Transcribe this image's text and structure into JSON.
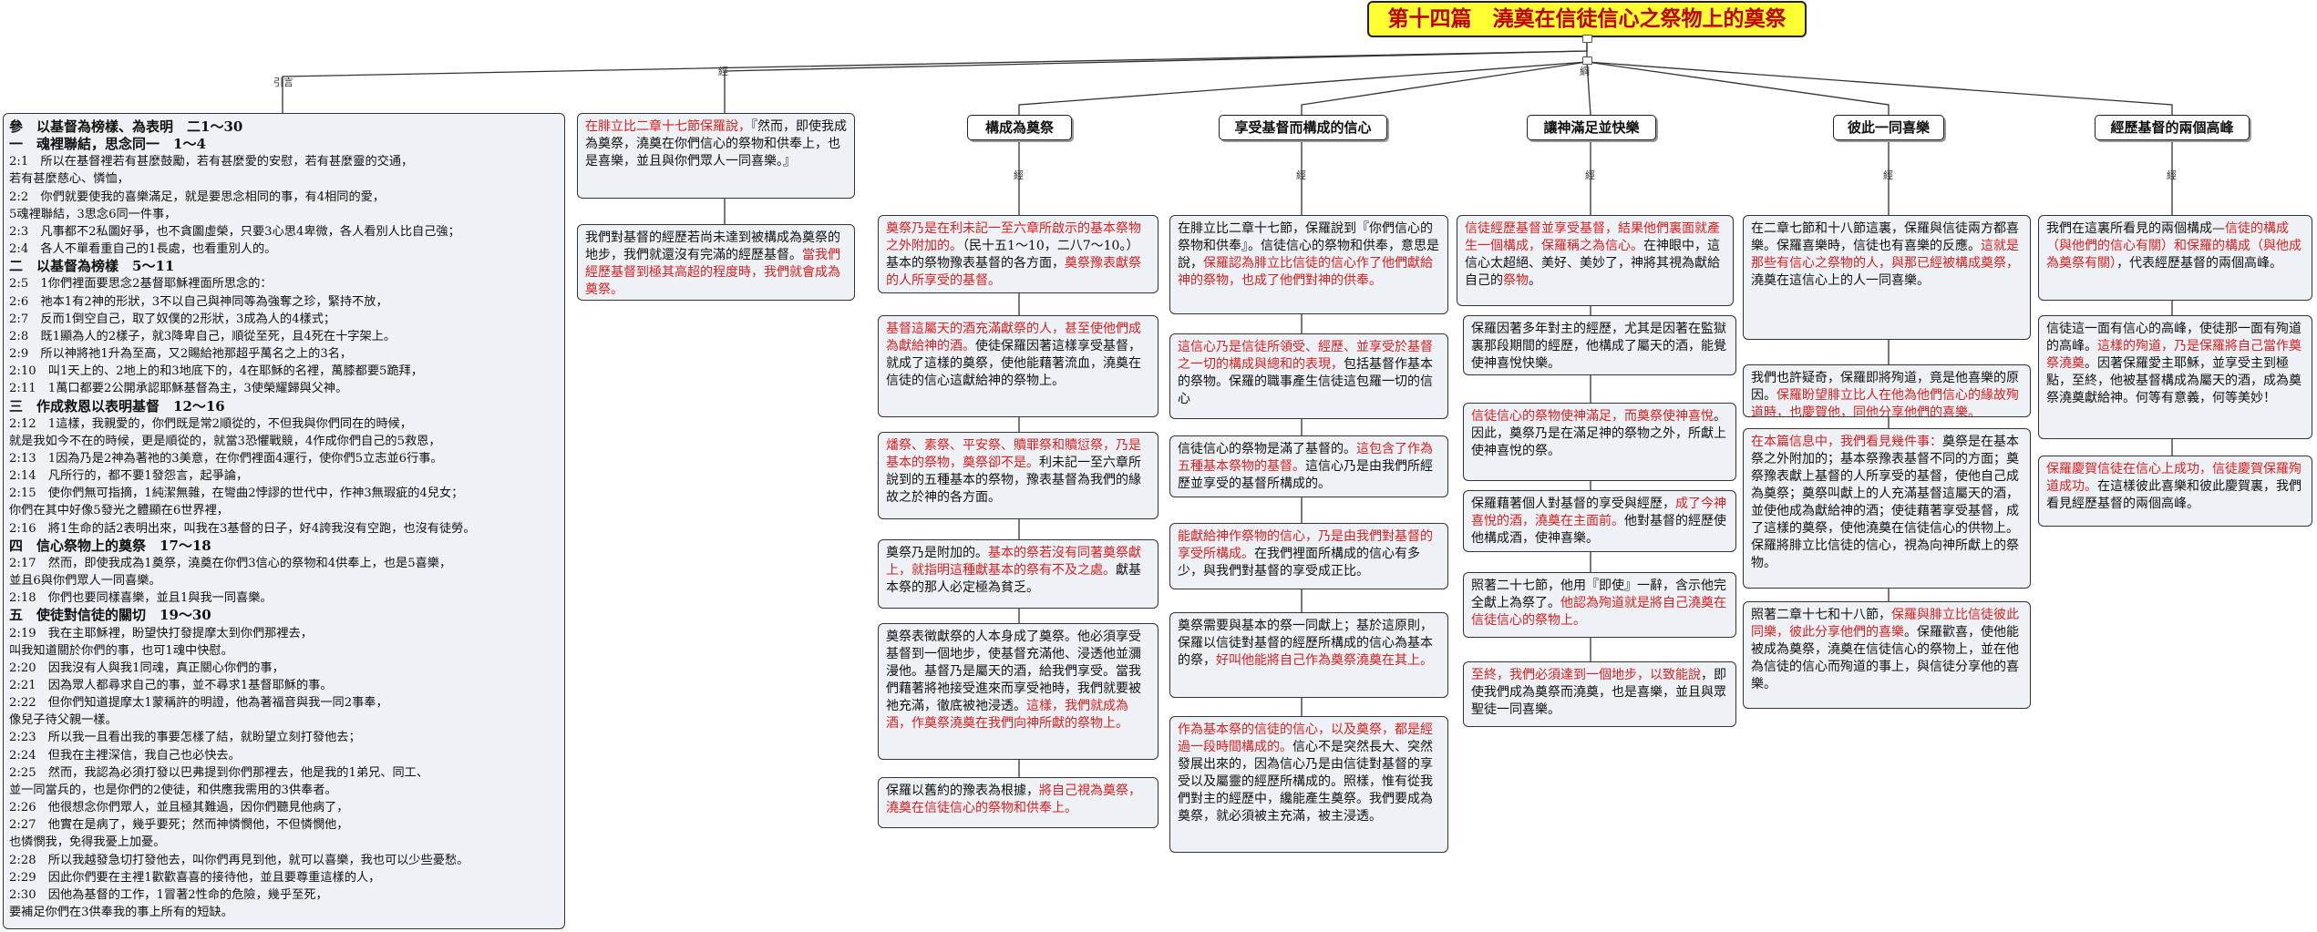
{
  "root": {
    "title": "第十四篇　澆奠在信徒信心之祭物上的奠祭"
  },
  "branch_labels": {
    "intro": "引言",
    "main_text": "經",
    "main": "綱",
    "sub": "經"
  },
  "intro_lines": [
    {
      "t": "參　以基督為榜樣、為表明　二1～30",
      "b": true
    },
    {
      "t": "一　魂裡聯結，思念同一　1～4",
      "b": true
    },
    {
      "t": "2:1　所以在基督裡若有甚麼鼓勵，若有甚麼愛的安慰，若有甚麼靈的交通，"
    },
    {
      "t": "若有甚麼慈心、憐恤，"
    },
    {
      "t": "2:2　你們就要使我的喜樂滿足，就是要思念相同的事，有4相同的愛，"
    },
    {
      "t": "5魂裡聯結，3思念6同一件事，"
    },
    {
      "t": "2:3　凡事都不2私圖好爭，也不貪圖虛榮，只要3心思4卑微，各人看別人比自己強；"
    },
    {
      "t": "2:4　各人不單看重自己的1長處，也看重別人的。"
    },
    {
      "t": "二　以基督為榜樣　5～11",
      "b": true
    },
    {
      "t": "2:5　1你們裡面要思念2基督耶穌裡面所思念的："
    },
    {
      "t": "2:6　祂本1有2神的形狀，3不以自己與神同等為強奪之珍，緊持不放，"
    },
    {
      "t": "2:7　反而1倒空自己，取了奴僕的2形狀，3成為人的4樣式；"
    },
    {
      "t": "2:8　既1顯為人的2樣子，就3降卑自己，順從至死，且4死在十字架上。"
    },
    {
      "t": "2:9　所以神將祂1升為至高，又2賜給祂那超乎萬名之上的3名，"
    },
    {
      "t": "2:10　叫1天上的、2地上的和3地底下的，4在耶穌的名裡，萬膝都要5跪拜，"
    },
    {
      "t": "2:11　1萬口都要2公開承認耶穌基督為主，3使榮耀歸與父神。"
    },
    {
      "t": "三　作成救恩以表明基督　12～16",
      "b": true
    },
    {
      "t": "2:12　1這樣，我親愛的，你們既是常2順從的，不但我與你們同在的時候，"
    },
    {
      "t": "就是我如今不在的時候，更是順從的，就當3恐懼戰競，4作成你們自己的5救恩，"
    },
    {
      "t": "2:13　1因為乃是2神為著祂的3美意，在你們裡面4運行，使你們5立志並6行事。"
    },
    {
      "t": "2:14　凡所行的，都不要1發怨言，起爭論，"
    },
    {
      "t": "2:15　使你們無可指摘，1純潔無雜，在彎曲2悖謬的世代中，作神3無瑕疵的4兒女；"
    },
    {
      "t": "你們在其中好像5發光之體顯在6世界裡，"
    },
    {
      "t": "2:16　將1生命的話2表明出來，叫我在3基督的日子，好4誇我沒有空跑，也沒有徒勞。"
    },
    {
      "t": "四　信心祭物上的奠祭　17～18",
      "b": true
    },
    {
      "t": "2:17　然而，即使我成為1奠祭，澆奠在你們3信心的祭物和4供奉上，也是5喜樂，"
    },
    {
      "t": "並且6與你們眾人一同喜樂。"
    },
    {
      "t": "2:18　你們也要同樣喜樂，並且1與我一同喜樂。"
    },
    {
      "t": "五　使徒對信徒的關切　19～30",
      "b": true
    },
    {
      "t": "2:19　我在主耶穌裡，盼望快打發提摩太到你們那裡去，"
    },
    {
      "t": "叫我知道關於你們的事，也可1魂中快慰。"
    },
    {
      "t": "2:20　因我沒有人與我1同魂，真正關心你們的事，"
    },
    {
      "t": "2:21　因為眾人都尋求自己的事，並不尋求1基督耶穌的事。"
    },
    {
      "t": "2:22　但你們知道提摩太1蒙稱許的明證，他為著福音與我一同2事奉，"
    },
    {
      "t": "像兒子待父親一樣。"
    },
    {
      "t": "2:23　所以我一且看出我的事要怎樣了結，就盼望立刻打發他去；"
    },
    {
      "t": "2:24　但我在主裡深信，我自己也必快去。"
    },
    {
      "t": "2:25　然而，我認為必須打發以巴弗提到你們那裡去，他是我的1弟兄、同工、"
    },
    {
      "t": "並一同當兵的，也是你們的2使徒，和供應我需用的3供奉者。"
    },
    {
      "t": "2:26　他很想念你們眾人，並且極其難過，因你們聽見他病了，"
    },
    {
      "t": "2:27　他實在是病了，幾乎要死；然而神憐憫他，不但憐憫他，"
    },
    {
      "t": "也憐憫我，免得我憂上加憂。"
    },
    {
      "t": "2:28　所以我越發急切打發他去，叫你們再見到他，就可以喜樂，我也可以少些憂愁。"
    },
    {
      "t": "2:29　因此你們要在主裡1歡歡喜喜的接待他，並且要尊重這樣的人，"
    },
    {
      "t": "2:30　因他為基督的工作，1冒著2性命的危險，幾乎至死，"
    },
    {
      "t": "要補足你們在3供奉我的事上所有的短缺。"
    }
  ],
  "main_text": {
    "n1": [
      {
        "t": "在腓立比二章十七節保羅說，",
        "r": true
      },
      {
        "t": "『然而，即使我成為奠祭，澆奠在你們信心的祭物和供奉上，也是喜樂，並且與你們眾人一同喜樂。』"
      }
    ],
    "n2": [
      {
        "t": "我們對基督的經歷若尚未達到被構成為奠祭的地步，我們就還沒有完滿的經歷基督。"
      },
      {
        "t": "當我們經歷基督到極其高超的程度時，我們就會成為奠祭。",
        "r": true
      }
    ]
  },
  "headers": {
    "h1": "構成為奠祭",
    "h2": "享受基督而構成的信心",
    "h3": "讓神滿足並快樂",
    "h4": "彼此一同喜樂",
    "h5": "經歷基督的兩個高峰"
  },
  "col1": {
    "n1": [
      {
        "t": "奠祭乃是在利未記一至六章所啟示的基本祭物之外附加的。",
        "r": true
      },
      {
        "t": "（民十五1～10，二八7～10。）基本的祭物豫表基督的各方面，"
      },
      {
        "t": "奠祭豫表獻祭的人所享受的基督。",
        "r": true
      }
    ],
    "n2": [
      {
        "t": "基督這屬天的酒充滿獻祭的人，甚至使他們成為獻給神的酒。",
        "r": true
      },
      {
        "t": "使徒保羅因著這樣享受基督，就成了這樣的奠祭，使他能藉著流血，澆奠在信徒的信心這獻給神的祭物上。"
      }
    ],
    "n3": [
      {
        "t": "燔祭、素祭、平安祭、贖罪祭和贖愆祭，乃是基本的祭物，奠祭卻不是。",
        "r": true
      },
      {
        "t": "利未記一至六章所說到的五種基本的祭物，豫表基督為我們的緣故之於神的各方面。"
      }
    ],
    "n4": [
      {
        "t": "奠祭乃是附加的。"
      },
      {
        "t": "基本的祭若沒有同著奠祭獻上，就指明這種獻基本的祭有不及之處。",
        "r": true
      },
      {
        "t": "獻基本祭的那人必定極為貧乏。"
      }
    ],
    "n5": [
      {
        "t": "奠祭表徵獻祭的人本身成了奠祭。他必須享受基督到一個地步，使基督充滿他、浸透他並瀰漫他。基督乃是屬天的酒，給我們享受。當我們藉著將祂接受進來而享受祂時，我們就要被祂充滿，徹底被祂浸透。"
      },
      {
        "t": "這樣，我們就成為酒，作奠祭澆奠在我們向神所獻的祭物上。",
        "r": true
      }
    ],
    "n6": [
      {
        "t": "保羅以舊約的豫表為根據，"
      },
      {
        "t": "將自己視為奠祭，澆奠在信徒信心的祭物和供奉上。",
        "r": true
      }
    ]
  },
  "col2": {
    "n1": [
      {
        "t": "在腓立比二章十七節，保羅說到『你們信心的祭物和供奉』。信徒信心的祭物和供奉，意思是說，"
      },
      {
        "t": "保羅認為腓立比信徒的信心作了他們獻給神的祭物，也成了他們對神的供奉。",
        "r": true
      }
    ],
    "n2": [
      {
        "t": "這信心乃是信徒所領受、經歷、並享受於基督之一切的構成與總和的表現，",
        "r": true
      },
      {
        "t": "包括基督作基本的祭物。保羅的職事產生信徒這包羅一切的信心"
      }
    ],
    "n3": [
      {
        "t": "信徒信心的祭物是滿了基督的。"
      },
      {
        "t": "這包含了作為五種基本祭物的基督。",
        "r": true
      },
      {
        "t": "這信心乃是由我們所經歷並享受的基督所構成的。"
      }
    ],
    "n4": [
      {
        "t": "能獻給神作祭物的信心，乃是由我們對基督的享受所構成。",
        "r": true
      },
      {
        "t": "在我們裡面所構成的信心有多少，與我們對基督的享受成正比。"
      }
    ],
    "n5": [
      {
        "t": "奠祭需要與基本的祭一同獻上；基於這原則，保羅以信徒對基督的經歷所構成的信心為基本的祭，"
      },
      {
        "t": "好叫他能將自己作為奠祭澆奠在其上。",
        "r": true
      }
    ],
    "n6": [
      {
        "t": "作為基本祭的信徒的信心，以及奠祭，都是經過一段時間構成的。",
        "r": true
      },
      {
        "t": "信心不是突然長大、突然發展出來的，因為信心乃是由信徒對基督的享受以及屬靈的經歷所構成的。照樣，惟有從我們對主的經歷中，纔能產生奠祭。我們要成為奠祭，就必須被主充滿，被主浸透。"
      }
    ]
  },
  "col3": {
    "n1": [
      {
        "t": "信徒經歷基督並享受基督，結果他們裏面就產生一個構成，保羅稱之為信心。",
        "r": true
      },
      {
        "t": "在神眼中，這信心太超絕、美好、美妙了，神將其視為獻給自己的"
      },
      {
        "t": "祭物",
        "r": true
      },
      {
        "t": "。"
      }
    ],
    "n2": [
      {
        "t": "保羅因著多年對主的經歷，尤其是因著在監獄裏那段期間的經歷，他構成了屬天的酒，能覺使神喜悅快樂。"
      }
    ],
    "n3": [
      {
        "t": "信徒信心的祭物使神滿足，而奠祭使神喜悅",
        "r": true
      },
      {
        "t": "。因此，奠祭乃是在滿足神的祭物之外，所獻上使神喜悅的祭。"
      }
    ],
    "n4": [
      {
        "t": "保羅藉著個人對基督的享受與經歷，"
      },
      {
        "t": "成了今神喜悅的酒，澆奠在主面前。",
        "r": true
      },
      {
        "t": "他對基督的經歷使他構成酒，使神喜樂。"
      }
    ],
    "n5": [
      {
        "t": "照著二十七節，他用『即使』一辭，含示他完全獻上為祭了。"
      },
      {
        "t": "他認為殉道就是將自己澆奠在信徒信心的祭物上。",
        "r": true
      }
    ],
    "n6": [
      {
        "t": "至終，我們必須達到一個地步，以致能說",
        "r": true
      },
      {
        "t": "，即使我們成為奠祭而澆奠，也是喜樂，並且與眾聖徒一同喜樂。"
      }
    ]
  },
  "col4": {
    "n1": [
      {
        "t": "在二章七節和十八節這裏，保羅與信徒兩方都喜樂。保羅喜樂時，信徒也有喜樂的反應。"
      },
      {
        "t": "這就是那些有信心之祭物的人，與那已經被構成奠祭，",
        "r": true
      },
      {
        "t": "澆奠在這信心上的人一同喜樂。"
      }
    ],
    "n2": [
      {
        "t": "我們也許疑奇，保羅即將殉道，竟是他喜樂的原因。"
      },
      {
        "t": "保羅盼望腓立比人在他為他們信心的緣故殉道時，也慶賀他，同他分享他們的喜樂。",
        "r": true
      }
    ],
    "n3": [
      {
        "t": "在本篇信息中，我們看見幾件事：",
        "r": true
      },
      {
        "t": "奠祭是在基本祭之外附加的；基本祭豫表基督不同的方面；奠祭豫表獻上基督的人所享受的基督，使他自己成為奠祭；奠祭叫獻上的人充滿基督這屬天的酒，並使他成為獻給神的酒；使徒藉著享受基督，成了這樣的奠祭，使他澆奠在信徒信心的供物上。保羅將腓立比信徒的信心，視為向神所獻上的祭物。"
      }
    ],
    "n4": [
      {
        "t": "照著二章十七和十八節，"
      },
      {
        "t": "保羅與腓立比信徒彼此同樂，彼此分享他們的喜樂",
        "r": true
      },
      {
        "t": "。保羅歡喜，使他能被成為奠祭，澆奠在信徒信心的祭物上，並在他為信徒的信心而殉道的事上，與信徒分享他的喜樂。"
      }
    ]
  },
  "col5": {
    "n1": [
      {
        "t": "我們在這裏所看見的兩個構成—"
      },
      {
        "t": "信徒的構成（與他們的信心有關）和保羅的構成（與他成為奠祭有關）",
        "r": true
      },
      {
        "t": "，代表經歷基督的兩個高峰。"
      }
    ],
    "n2": [
      {
        "t": "信徒這一面有信心的高峰，使徒那一面有殉道的高峰。"
      },
      {
        "t": "這樣的殉道，乃是保羅將自己當作奠祭澆奠",
        "r": true
      },
      {
        "t": "。因著保羅愛主耶穌，並享受主到極點，至終，他被基督構成為屬天的酒，成為奠祭澆奠獻給神。何等有意義，何等美妙！"
      }
    ],
    "n3": [
      {
        "t": "保羅慶賀信徒在信心上成功，信徒慶賀保羅殉道成功。",
        "r": true
      },
      {
        "t": "在這樣彼此喜樂和彼此慶賀裏，我們看見經歷基督的兩個高峰。"
      }
    ]
  }
}
